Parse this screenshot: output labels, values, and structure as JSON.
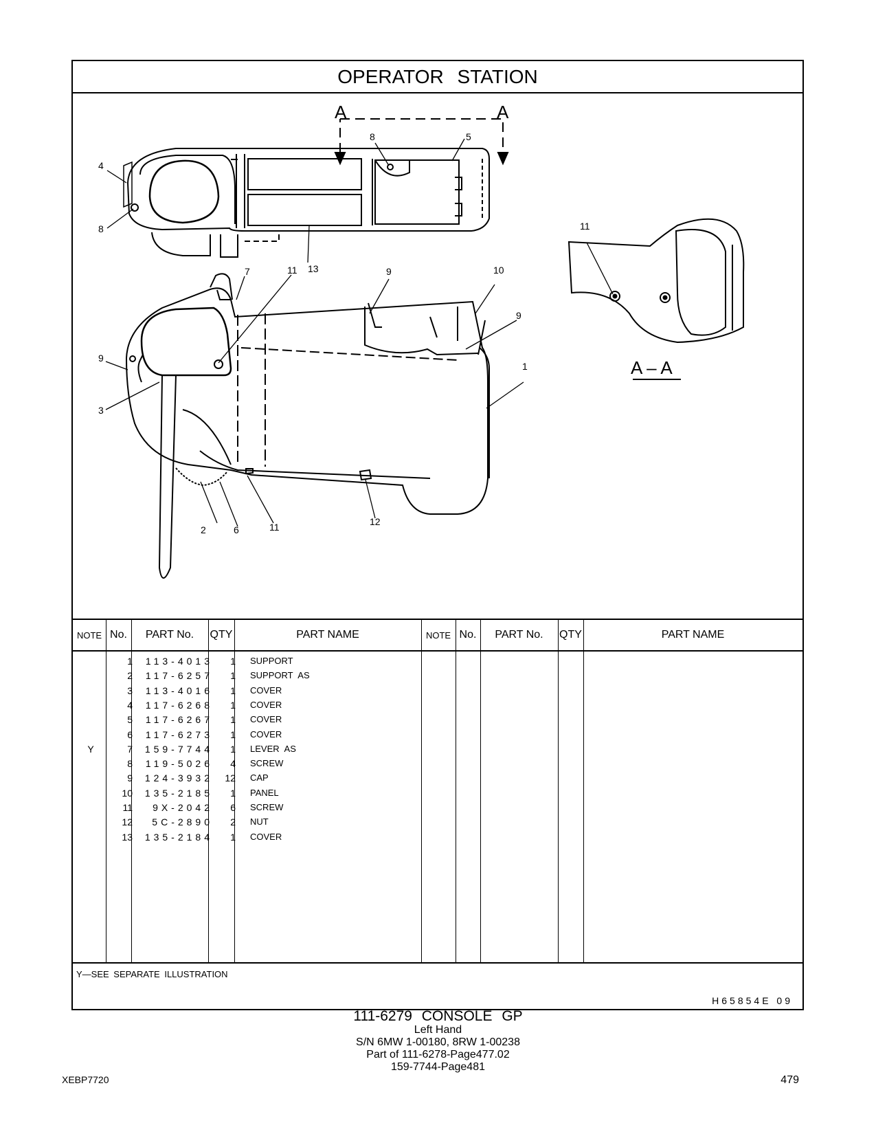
{
  "header": {
    "title": "OPERATOR STATION"
  },
  "illustration": {
    "section_marker": "A",
    "section_label": "A – A",
    "callouts": [
      "1",
      "2",
      "3",
      "4",
      "5",
      "6",
      "7",
      "8",
      "9",
      "10",
      "11",
      "12",
      "13"
    ]
  },
  "table": {
    "columns": [
      "NOTE",
      "No.",
      "PART No.",
      "QTY",
      "PART NAME"
    ],
    "rows": [
      {
        "note": "",
        "no": "1",
        "part": "113-4013",
        "qty": "1",
        "name": "SUPPORT"
      },
      {
        "note": "",
        "no": "2",
        "part": "117-6257",
        "qty": "1",
        "name": "SUPPORT AS"
      },
      {
        "note": "",
        "no": "3",
        "part": "113-4016",
        "qty": "1",
        "name": "COVER"
      },
      {
        "note": "",
        "no": "4",
        "part": "117-6268",
        "qty": "1",
        "name": "COVER"
      },
      {
        "note": "",
        "no": "5",
        "part": "117-6267",
        "qty": "1",
        "name": "COVER"
      },
      {
        "note": "",
        "no": "6",
        "part": "117-6273",
        "qty": "1",
        "name": "COVER"
      },
      {
        "note": "Y",
        "no": "7",
        "part": "159-7744",
        "qty": "1",
        "name": "LEVER AS"
      },
      {
        "note": "",
        "no": "8",
        "part": "119-5026",
        "qty": "4",
        "name": "SCREW"
      },
      {
        "note": "",
        "no": "9",
        "part": "124-3932",
        "qty": "12",
        "name": "CAP"
      },
      {
        "note": "",
        "no": "10",
        "part": "135-2185",
        "qty": "1",
        "name": "PANEL"
      },
      {
        "note": "",
        "no": "11",
        "part": "9X-2042",
        "qty": "6",
        "name": "SCREW"
      },
      {
        "note": "",
        "no": "12",
        "part": "5C-2890",
        "qty": "2",
        "name": "NUT"
      },
      {
        "note": "",
        "no": "13",
        "part": "135-2184",
        "qty": "1",
        "name": "COVER"
      }
    ]
  },
  "footnote": "Y—SEE SEPARATE ILLUSTRATION",
  "illustration_code": "H65854E 09",
  "bottom": {
    "title": "111-6279 CONSOLE GP",
    "line1": "Left Hand",
    "line2": "S/N 6MW 1-00180, 8RW 1-00238",
    "line3": "Part of 111-6278-Page477.02",
    "line4": "159-7744-Page481"
  },
  "doc_id": "XEBP7720",
  "page_number": "479"
}
